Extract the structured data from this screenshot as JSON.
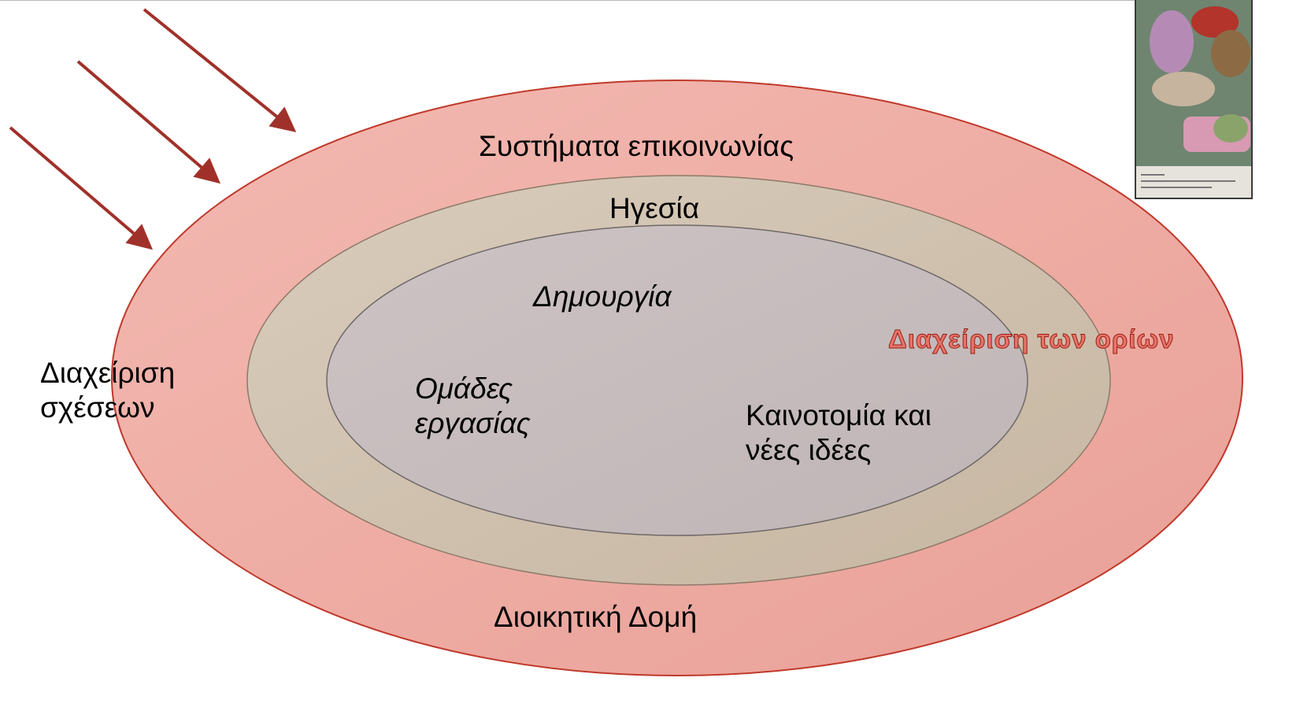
{
  "labels": {
    "outer_top": "Συστήματα επικοινωνίας",
    "outer_bottom": "Διοικητική Δομή",
    "outer_left": "Διαχείριση σχέσεων",
    "middle_top": "Ηγεσία",
    "inner_top": "Δημουργία",
    "inner_left": "Ομάδες εργασίας",
    "inner_right": "Καινοτομία και νέες ιδέες",
    "boundary": "Διαχείριση των ορίων"
  },
  "colors": {
    "outer_fill": "#f0aea6",
    "outer_stroke": "#c0392b",
    "middle_fill": "#d3c6b3",
    "inner_fill": "#c9bfc0",
    "arrow": "#a0312a"
  },
  "icons": [
    "arrow-icon",
    "arrow-icon",
    "arrow-icon"
  ]
}
